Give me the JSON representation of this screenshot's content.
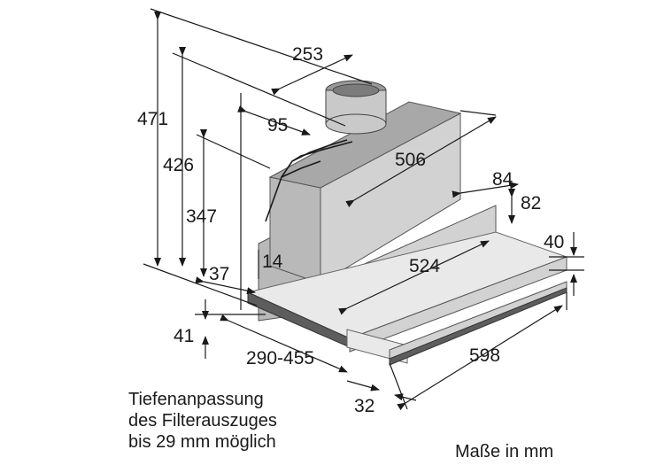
{
  "dimensions": {
    "d253": "253",
    "d95": "95",
    "d471": "471",
    "d426": "426",
    "d347": "347",
    "d506": "506",
    "d84": "84",
    "d82": "82",
    "d40": "40",
    "d14": "14",
    "d37": "37",
    "d524": "524",
    "d41": "41",
    "d290_455": "290-455",
    "d598": "598",
    "d32": "32"
  },
  "notes": {
    "line1": "Tiefenanpassung",
    "line2": "des Filterauszuges",
    "line3": "bis 29 mm möglich",
    "units": "Maße in mm"
  }
}
